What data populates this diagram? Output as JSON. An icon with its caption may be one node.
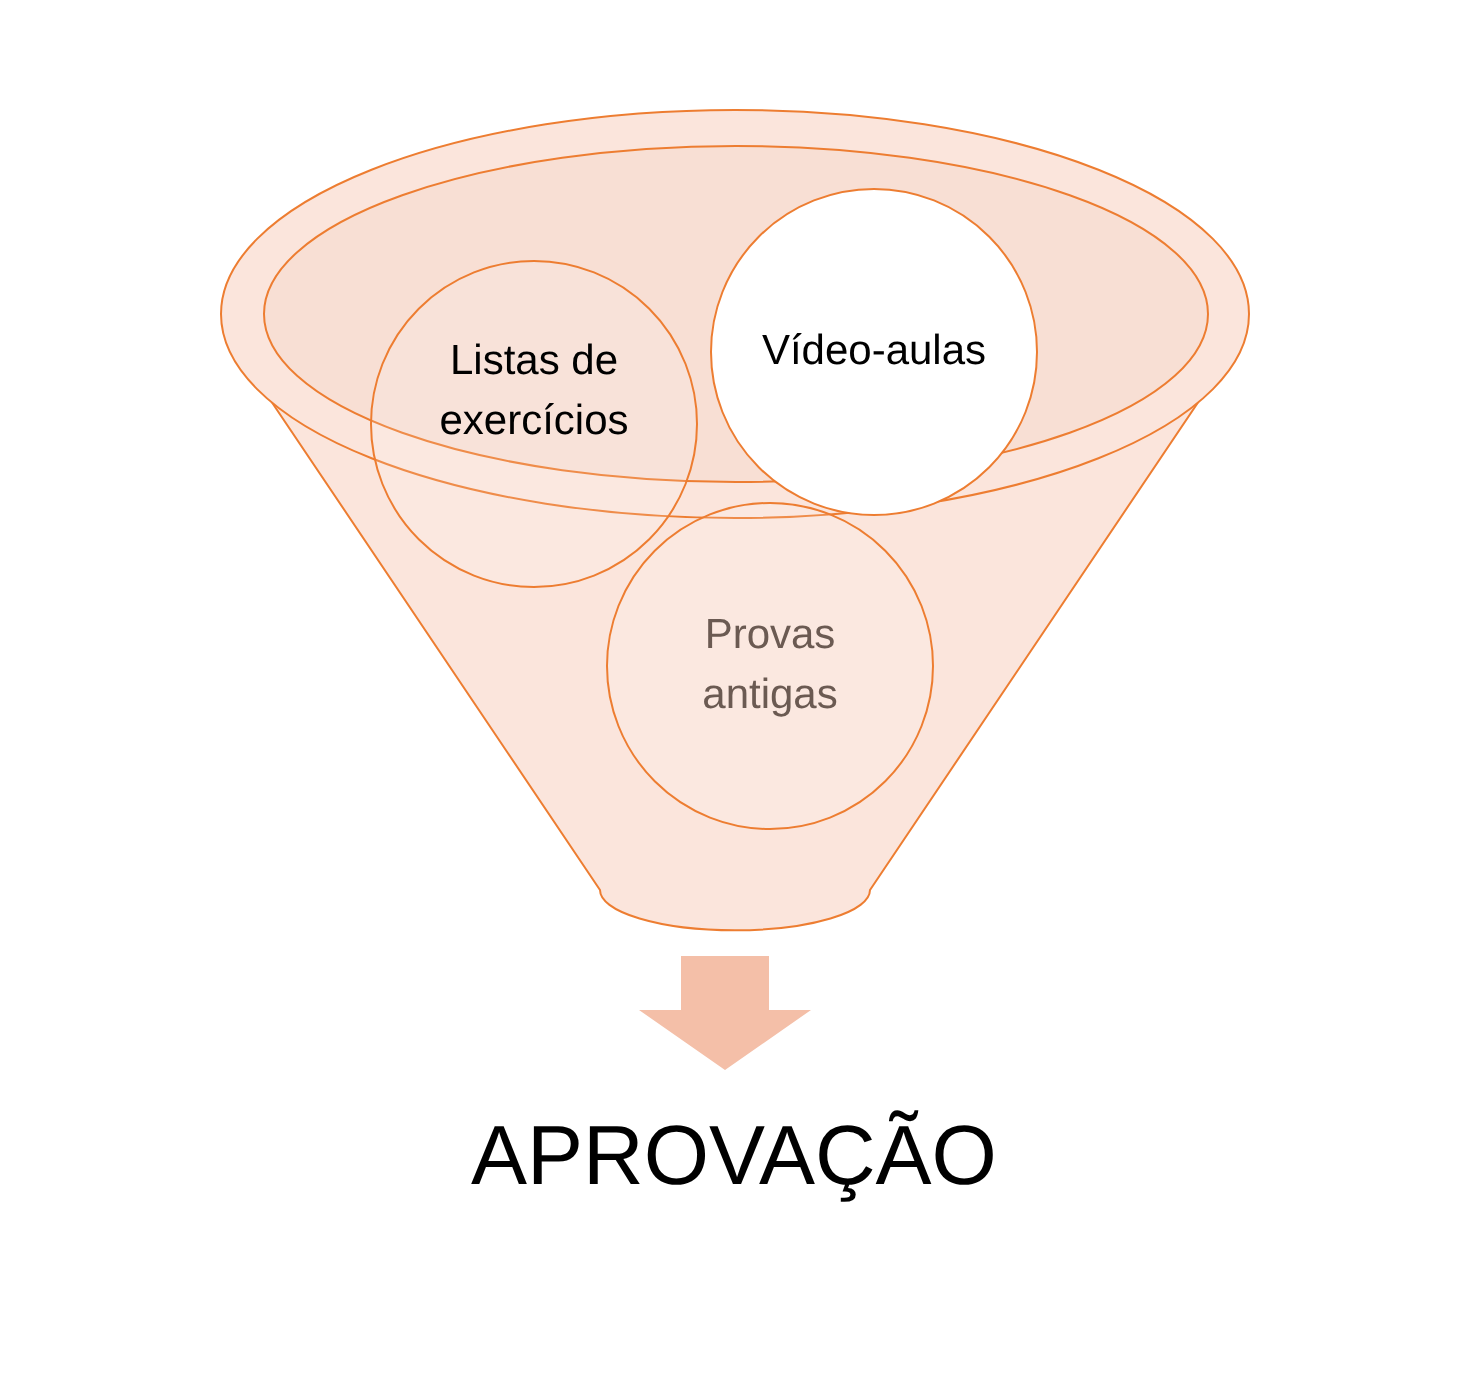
{
  "diagram": {
    "nodes": [
      {
        "text": [],
        "shape": "funnel"
      },
      {
        "text": [
          "Listas de exercícios"
        ]
      },
      {
        "text": [
          "Vídeo-aulas"
        ]
      },
      {
        "text": [
          "Provas antigas"
        ],
        "in": 0
      },
      {
        "text": [
          "APROVAÇÃO"
        ]
      }
    ],
    "edges": [
      {
        "from": 0,
        "to": 4,
        "arrow": "to"
      }
    ]
  }
}
